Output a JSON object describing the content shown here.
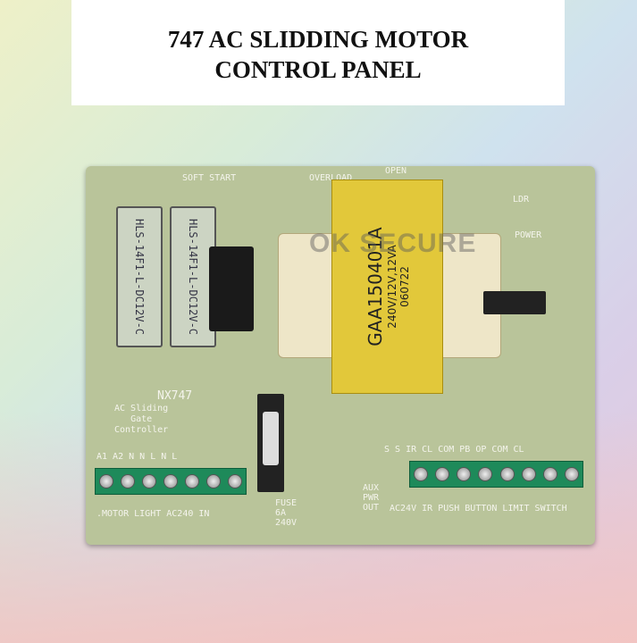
{
  "title": {
    "line1": "747 AC SLIDDING MOTOR",
    "line2": "CONTROL PANEL"
  },
  "watermark": "OK SECURE",
  "board": {
    "model": "NX747",
    "desc": [
      "AC Sliding",
      "Gate",
      "Controller"
    ],
    "relay_text": "HLS-14F1-L-DC12V-C",
    "soft_start": "SOFT START",
    "overload": "OVERLOAD",
    "open": "OPEN",
    "ldr": "LDR",
    "power": "POWER",
    "transformer": {
      "part": "GAA150401A",
      "rating": "240V/12V,12VA",
      "date": "060722"
    },
    "left_terminals": "A1  A2  N   N   L   N   L",
    "left_groups": ".MOTOR  LIGHT AC240 IN",
    "fuse": [
      "FUSE",
      "6A",
      "240V"
    ],
    "aux": [
      "AUX",
      "PWR",
      "OUT"
    ],
    "right_terminals": "S  S  IR CL COM PB OP COM CL",
    "right_groups": "AC24V IR PUSH BUTTON LIMIT SWITCH"
  },
  "colors": {
    "board": "#b9c49a",
    "terminal": "#1e8a5a",
    "transformer": "#e2c83a"
  }
}
